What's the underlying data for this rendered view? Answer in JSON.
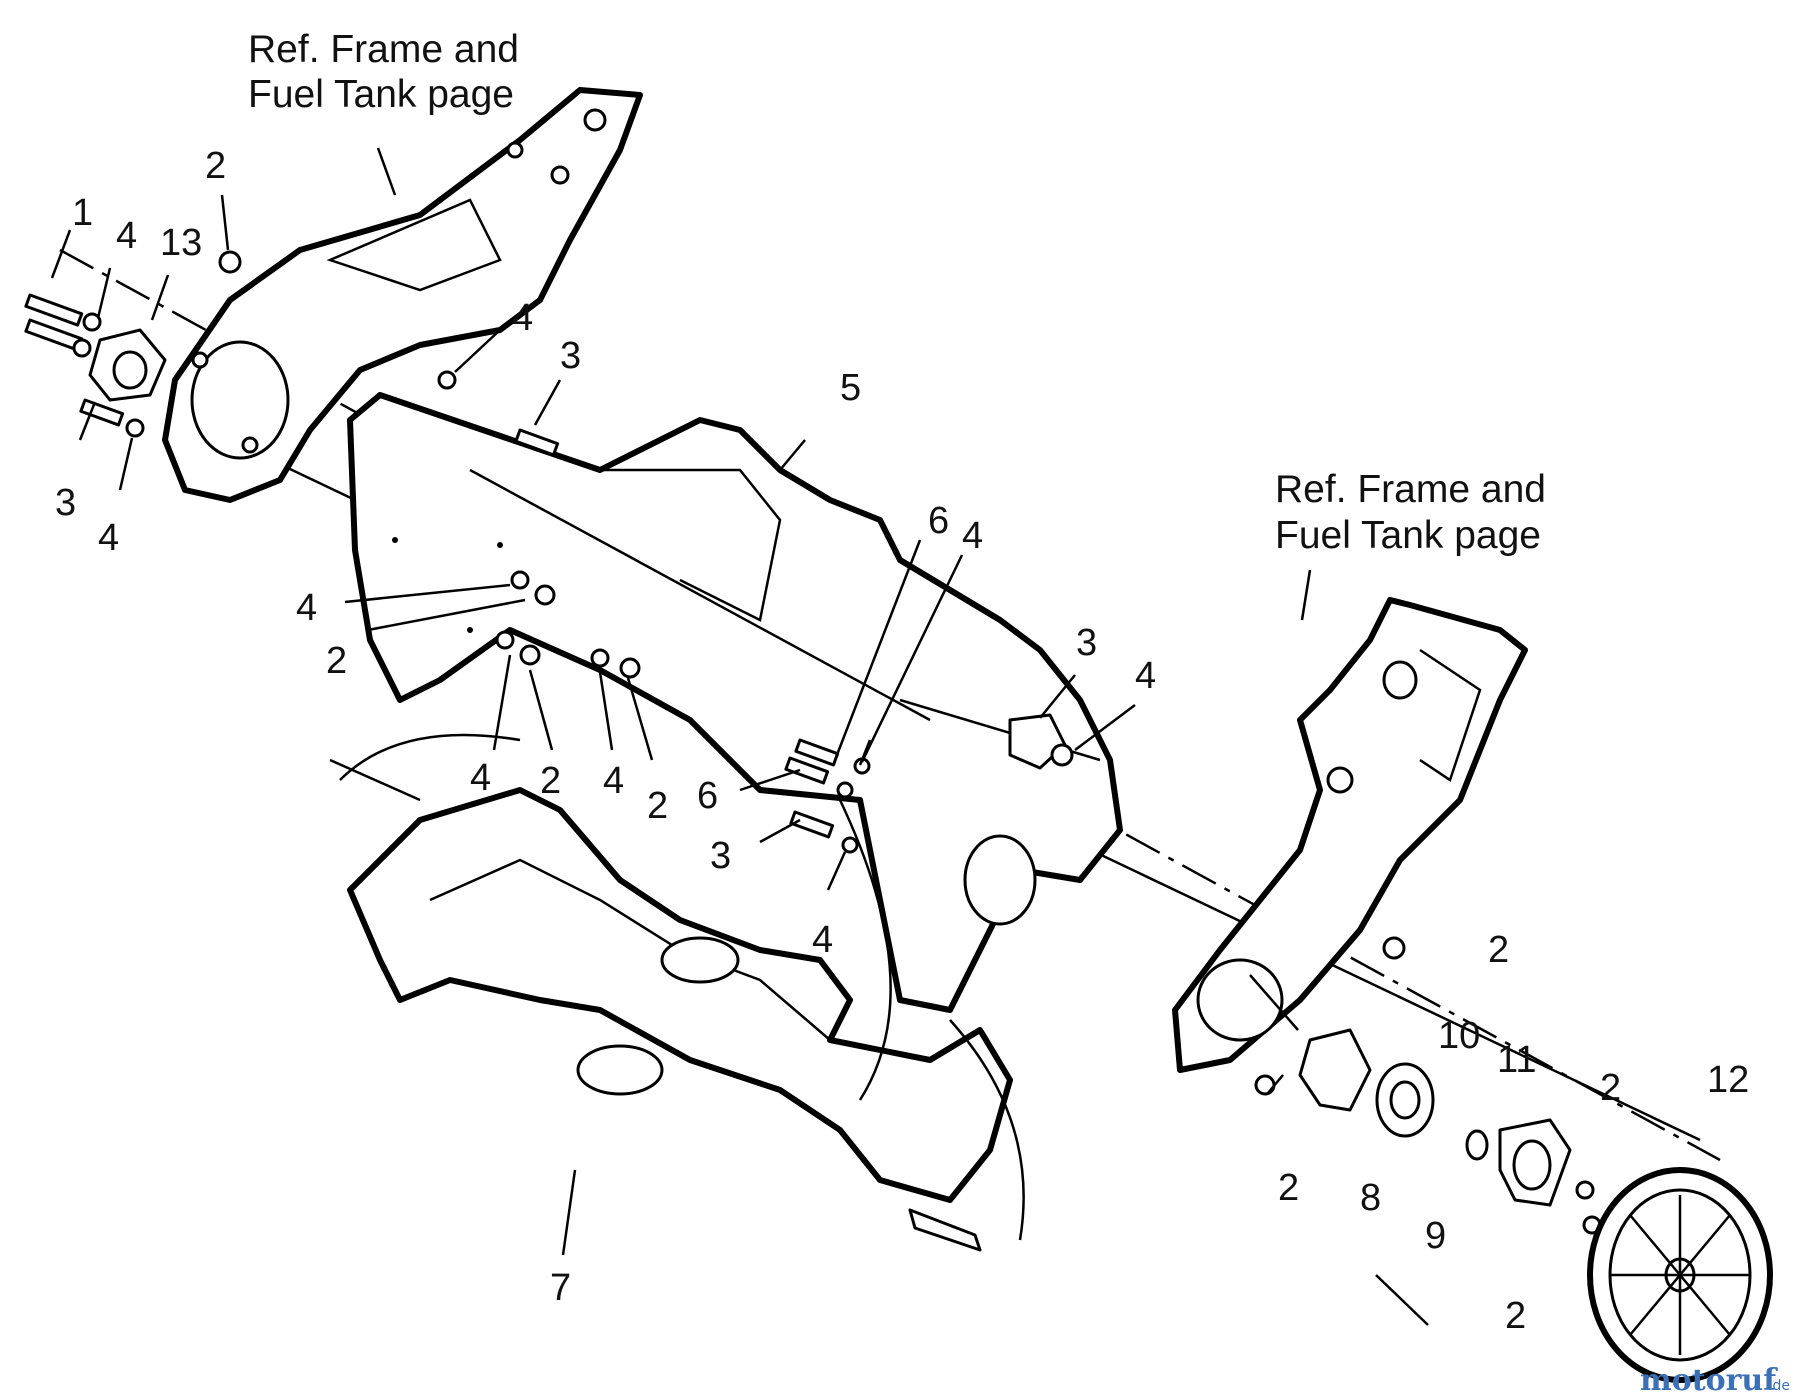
{
  "references": {
    "left": [
      "Ref. Frame and",
      "Fuel Tank page"
    ],
    "right": [
      "Ref. Frame and",
      "Fuel Tank page"
    ]
  },
  "callouts": [
    "1",
    "4",
    "13",
    "2",
    "4",
    "3",
    "3",
    "4",
    "5",
    "4",
    "2",
    "4",
    "2",
    "4",
    "2",
    "6",
    "4",
    "6",
    "3",
    "4",
    "3",
    "4",
    "7",
    "2",
    "10",
    "11",
    "2",
    "12",
    "2",
    "8",
    "9",
    "2"
  ],
  "watermark": {
    "brand": "motoruf",
    "suffix": ".de",
    "colors": [
      "#3b6fb6",
      "#e8a21a"
    ]
  }
}
